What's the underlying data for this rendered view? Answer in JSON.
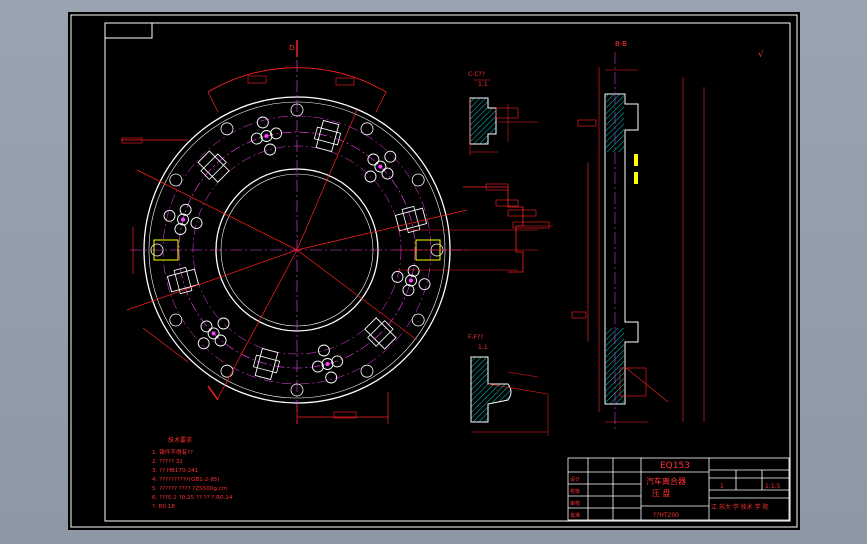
{
  "drawing": {
    "section_labels": {
      "b_b": "B-B",
      "c_c": "C-C??",
      "c_scale": "1:1",
      "f_f": "F-F??",
      "f_scale": "1:1",
      "d_mark": "D",
      "roughness": "√"
    },
    "notes": {
      "heading": "技术要求",
      "lines": [
        "1. 铸件不得有??",
        "2. ????? 32",
        "3. ?? HB170-241",
        "4. ??????????(GB1-2-85)",
        "5. ?????? ???? ?ZS500g.cm",
        "6. ???0.2 ?0.25 ?? ?? ?.R0.14",
        "   ?. R0.18"
      ]
    },
    "title_block": {
      "code": "EQ153",
      "name_line1": "汽车离合器",
      "name_line2": "压  盘",
      "material": "??HT200",
      "qty": "1",
      "scale": "1:1.5",
      "school": "江 苏大 学 技术 学 院",
      "row_labels": [
        "设计",
        "校核",
        "审核",
        "批准"
      ]
    }
  },
  "colors": {
    "sheet": "#000000",
    "outline": "#ffffff",
    "dimension": "#ff2020",
    "centerline": "#ff40ff",
    "hatch": "#00c8c8",
    "feature": "#ffff00"
  }
}
